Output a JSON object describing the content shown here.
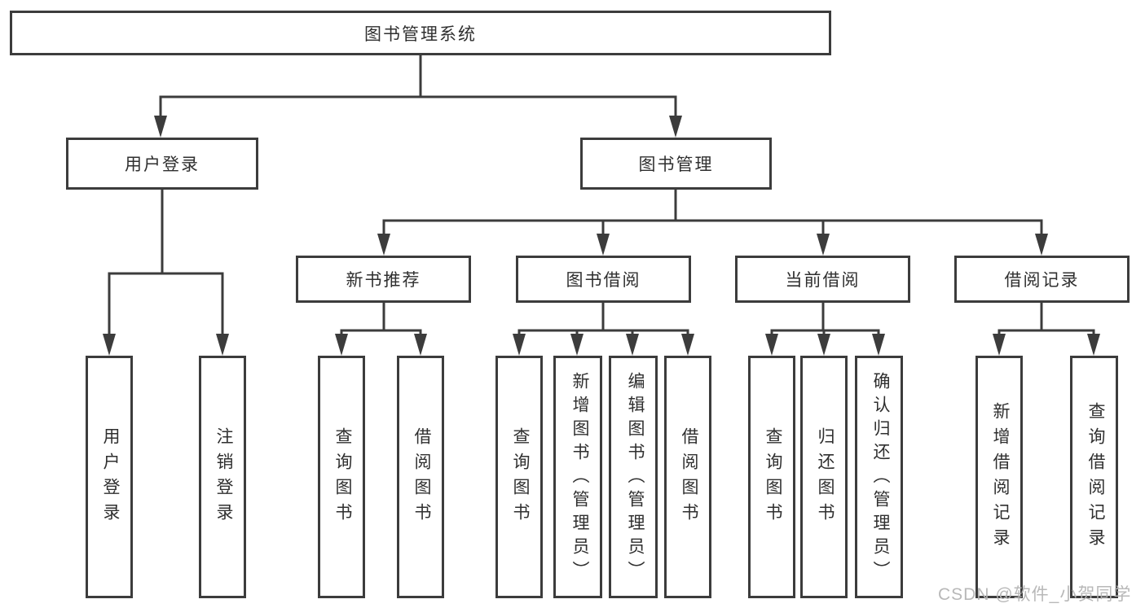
{
  "tree": {
    "root": {
      "label": "图书管理系统",
      "children": [
        {
          "label": "用户登录",
          "children": [
            {
              "label": "用户登录"
            },
            {
              "label": "注销登录"
            }
          ]
        },
        {
          "label": "图书管理",
          "children": [
            {
              "label": "新书推荐",
              "children": [
                {
                  "label": "查询图书"
                },
                {
                  "label": "借阅图书"
                }
              ]
            },
            {
              "label": "图书借阅",
              "children": [
                {
                  "label": "查询图书"
                },
                {
                  "label": "新增图书（管理员）"
                },
                {
                  "label": "编辑图书（管理员）"
                },
                {
                  "label": "借阅图书"
                }
              ]
            },
            {
              "label": "当前借阅",
              "children": [
                {
                  "label": "查询图书"
                },
                {
                  "label": "归还图书"
                },
                {
                  "label": "确认归还（管理员）"
                }
              ]
            },
            {
              "label": "借阅记录",
              "children": [
                {
                  "label": "新增借阅记录"
                },
                {
                  "label": "查询借阅记录"
                }
              ]
            }
          ]
        }
      ]
    }
  },
  "watermark": "CSDN @软件_小贺同学",
  "colors": {
    "line": "#3c3c3c",
    "text": "#2f2f2f",
    "box_bg": "#ffffff",
    "watermark_color": "#b5b5b5"
  }
}
